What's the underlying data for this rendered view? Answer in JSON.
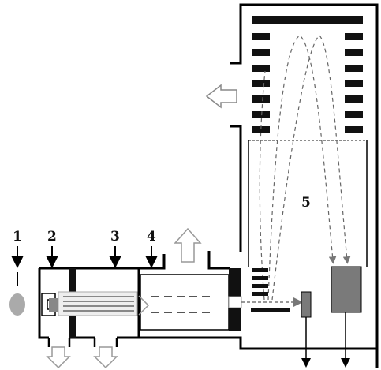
{
  "labels": [
    {
      "id": "label-1",
      "text": "1"
    },
    {
      "id": "label-2",
      "text": "2"
    },
    {
      "id": "label-3",
      "text": "3"
    },
    {
      "id": "label-4",
      "text": "4"
    },
    {
      "id": "label-5",
      "text": "5"
    }
  ],
  "colors": {
    "line": "#000000",
    "plate": "#111111",
    "sample": "#aaaaaa",
    "detector": "#7a7a7a",
    "background": "#ffffff"
  }
}
